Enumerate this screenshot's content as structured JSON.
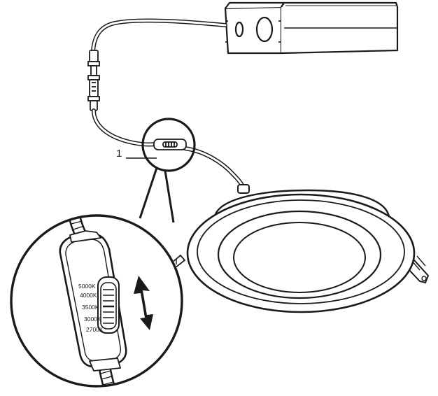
{
  "callout": {
    "number": "1"
  },
  "switch": {
    "settings": [
      "5000K",
      "4000K",
      "3500K",
      "3000K",
      "2700K"
    ],
    "adjust_icon": "double-arrow-up-down-icon"
  },
  "components": {
    "junction_box": "junction-box",
    "connector": "inline-connector",
    "switch": "cct-selector-switch",
    "light": "recessed-downlight"
  },
  "colors": {
    "line": "#1a1a1a",
    "background": "#ffffff"
  }
}
